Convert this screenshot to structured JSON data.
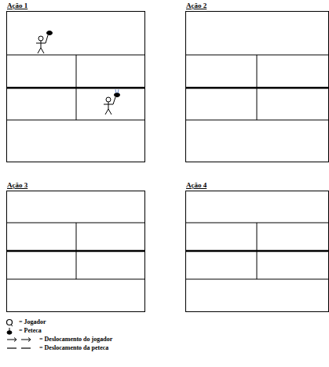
{
  "diagram": {
    "nodes": [
      {
        "text": [
          "Ação 1"
        ]
      },
      {
        "text": [
          "Ação 2"
        ]
      },
      {
        "text": [
          "Ação 3"
        ]
      },
      {
        "text": [
          "Ação 4"
        ]
      }
    ],
    "legend": [
      {
        "text": "= Jogador"
      },
      {
        "text": "= Peteca"
      },
      {
        "text": "= Deslocamento do jogador"
      },
      {
        "text": "= Deslocamento da peteca"
      }
    ]
  }
}
